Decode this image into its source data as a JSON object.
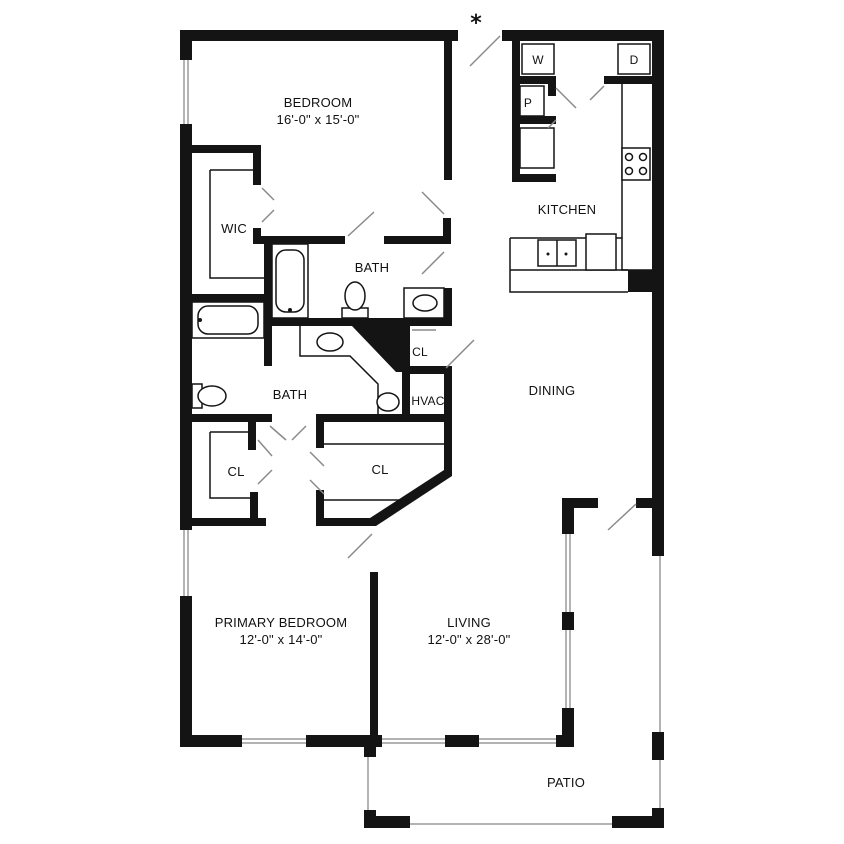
{
  "marker": "*",
  "rooms": {
    "bedroom": {
      "name": "BEDROOM",
      "dims": "16'-0\" x 15'-0\""
    },
    "wic": {
      "name": "WIC"
    },
    "bath_upper": {
      "name": "BATH"
    },
    "bath_lower": {
      "name": "BATH"
    },
    "kitchen": {
      "name": "KITCHEN"
    },
    "washer": {
      "name": "W"
    },
    "dryer": {
      "name": "D"
    },
    "pantry": {
      "name": "P"
    },
    "closet_hall": {
      "name": "CL"
    },
    "hvac": {
      "name": "HVAC"
    },
    "dining": {
      "name": "DINING"
    },
    "closet_left": {
      "name": "CL"
    },
    "closet_right": {
      "name": "CL"
    },
    "primary_bedroom": {
      "name": "PRIMARY BEDROOM",
      "dims": "12'-0\" x 14'-0\""
    },
    "living": {
      "name": "LIVING",
      "dims": "12'-0\" x 28'-0\""
    },
    "patio": {
      "name": "PATIO"
    }
  }
}
